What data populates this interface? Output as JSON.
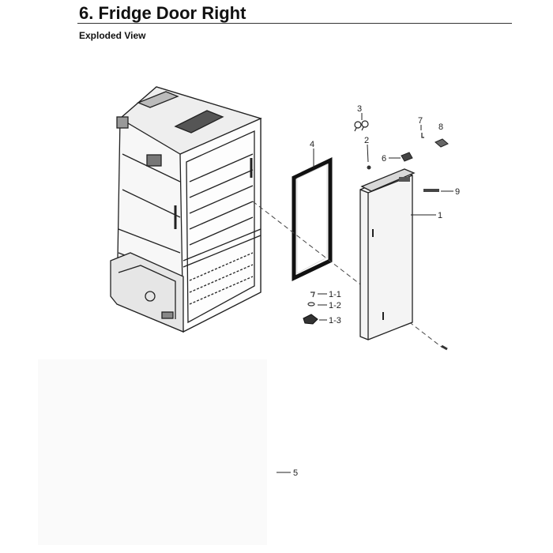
{
  "header": {
    "title": "6.  Fridge Door Right",
    "subtitle": "Exploded View"
  },
  "callouts": {
    "c1": "1",
    "c1_1": "1-1",
    "c1_2": "1-2",
    "c1_3": "1-3",
    "c2": "2",
    "c3": "3",
    "c4": "4",
    "c5": "5",
    "c6": "6",
    "c7": "7",
    "c8": "8",
    "c9": "9"
  }
}
